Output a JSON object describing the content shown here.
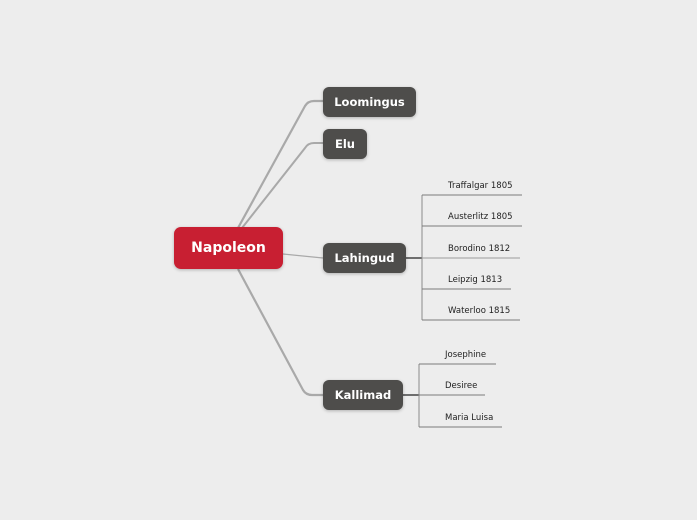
{
  "colors": {
    "background": "#ededed",
    "root_fill": "#c81f32",
    "topic_fill": "#4e4d4b",
    "connector": "#a9a9a9",
    "leaf_line": "#7a7a7a",
    "leaf_text": "#222222"
  },
  "root": {
    "label": "Napoleon"
  },
  "topics": [
    {
      "label": "Loomingus",
      "children": []
    },
    {
      "label": "Elu",
      "children": []
    },
    {
      "label": "Lahingud",
      "children": [
        {
          "label": "Traffalgar 1805"
        },
        {
          "label": "Austerlitz 1805"
        },
        {
          "label": "Borodino 1812"
        },
        {
          "label": "Leipzig 1813"
        },
        {
          "label": "Waterloo 1815"
        }
      ]
    },
    {
      "label": "Kallimad",
      "children": [
        {
          "label": "Josephine"
        },
        {
          "label": "Desiree"
        },
        {
          "label": "Maria Luisa"
        }
      ]
    }
  ]
}
